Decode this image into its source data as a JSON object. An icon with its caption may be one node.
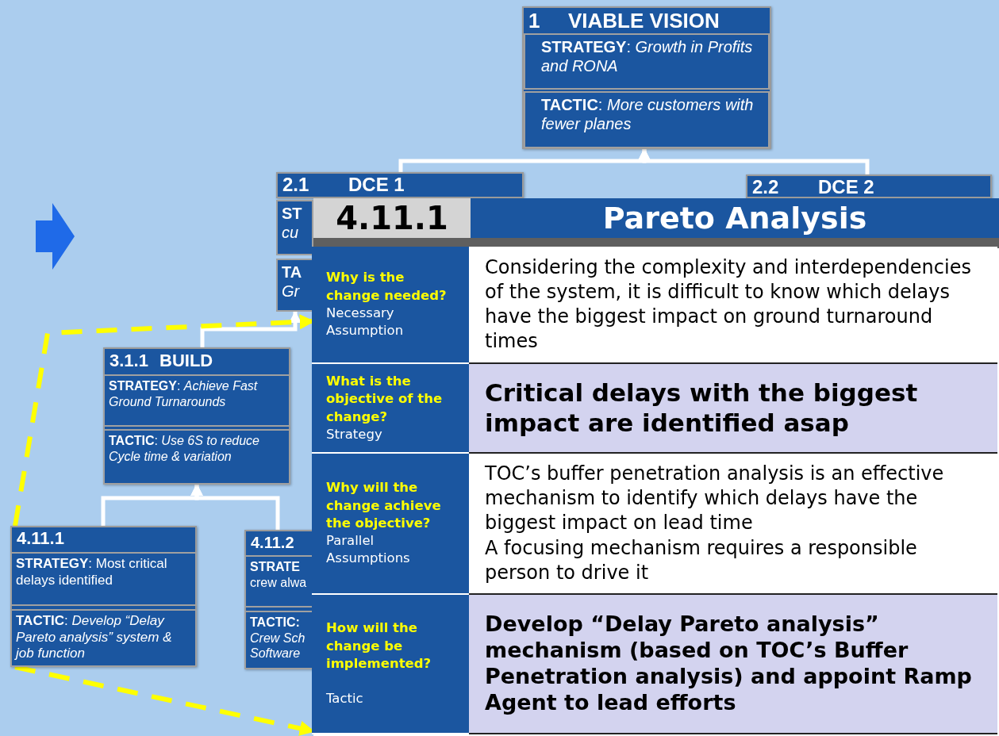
{
  "diagram": {
    "nodes": [
      {
        "text": [
          "1",
          "VIABLE VISION"
        ]
      },
      {
        "text": [
          "**STRATEGY**: *Growth in Profits and RONA*"
        ],
        "in": 0
      },
      {
        "text": [
          "**TACTIC**: *More customers with fewer planes*"
        ],
        "in": 0
      },
      {
        "text": [
          "2.1",
          "DCE 1"
        ]
      },
      {
        "text": [
          "**ST** *cu*"
        ]
      },
      {
        "text": [
          "**TA** *Gr*"
        ]
      },
      {
        "text": [
          "2.2",
          "DCE 2"
        ]
      },
      {
        "text": [
          "3.1.1",
          "BUILD"
        ]
      },
      {
        "text": [
          "**STRATEGY**: *Achieve Fast Ground Turnarounds*"
        ],
        "in": 7
      },
      {
        "text": [
          "**TACTIC**: *Use 6S to reduce Cycle time & variation*"
        ],
        "in": 7
      },
      {
        "text": [
          "4.11.1"
        ]
      },
      {
        "text": [
          "**STRATEGY**: Most critical delays identified"
        ],
        "in": 10
      },
      {
        "text": [
          "**TACTIC**: *Develop “Delay Pareto analysis” system & job function*"
        ],
        "in": 10
      },
      {
        "text": [
          "4.11.2"
        ]
      },
      {
        "text": [
          "**STRATE** crew alwa"
        ],
        "in": 13
      },
      {
        "text": [
          "**TACTIC:** *Crew Sch Software*"
        ],
        "in": 13
      },
      {
        "text": [
          "4.11.1",
          "Pareto Analysis"
        ]
      },
      {
        "text": [
          "Why is the change needed?",
          "Necessary Assumption"
        ],
        "in": 16
      },
      {
        "text": [
          "Considering the complexity and interdependencies of the system, it is difficult to know which delays have the biggest impact on ground turnaround times"
        ],
        "in": 16
      },
      {
        "text": [
          "What is the objective of the change?",
          "Strategy"
        ],
        "in": 16
      },
      {
        "text": [
          "Critical delays with the biggest impact are identified asap"
        ],
        "in": 16
      },
      {
        "text": [
          "Why will the change achieve the objective?",
          "Parallel Assumptions"
        ],
        "in": 16
      },
      {
        "text": [
          "TOC’s buffer penetration analysis is an effective mechanism to identify which delays have the biggest impact on lead time",
          "A focusing mechanism requires a responsible person to drive it"
        ],
        "in": 16
      },
      {
        "text": [
          "How will the change be implemented?",
          "Tactic"
        ],
        "in": 16
      },
      {
        "text": [
          "Develop “Delay Pareto analysis” mechanism (based on TOC’s Buffer Penetration analysis) and appoint Ramp Agent to lead efforts"
        ],
        "in": 16
      }
    ],
    "edges": [
      {
        "from": 3,
        "to": 0,
        "arrow": "to"
      },
      {
        "from": 6,
        "to": 0,
        "arrow": "to"
      },
      {
        "from": 7,
        "to": 5,
        "arrow": "to"
      },
      {
        "from": 10,
        "to": 7,
        "arrow": "to"
      },
      {
        "from": 13,
        "to": 7,
        "arrow": "to"
      },
      {
        "from": 10,
        "to": 16,
        "arrow": "to",
        "style": "dashed",
        "color": "#ffff00"
      },
      {
        "from": 10,
        "to": 16,
        "arrow": "to",
        "style": "dashed",
        "color": "#ffff00"
      }
    ]
  }
}
